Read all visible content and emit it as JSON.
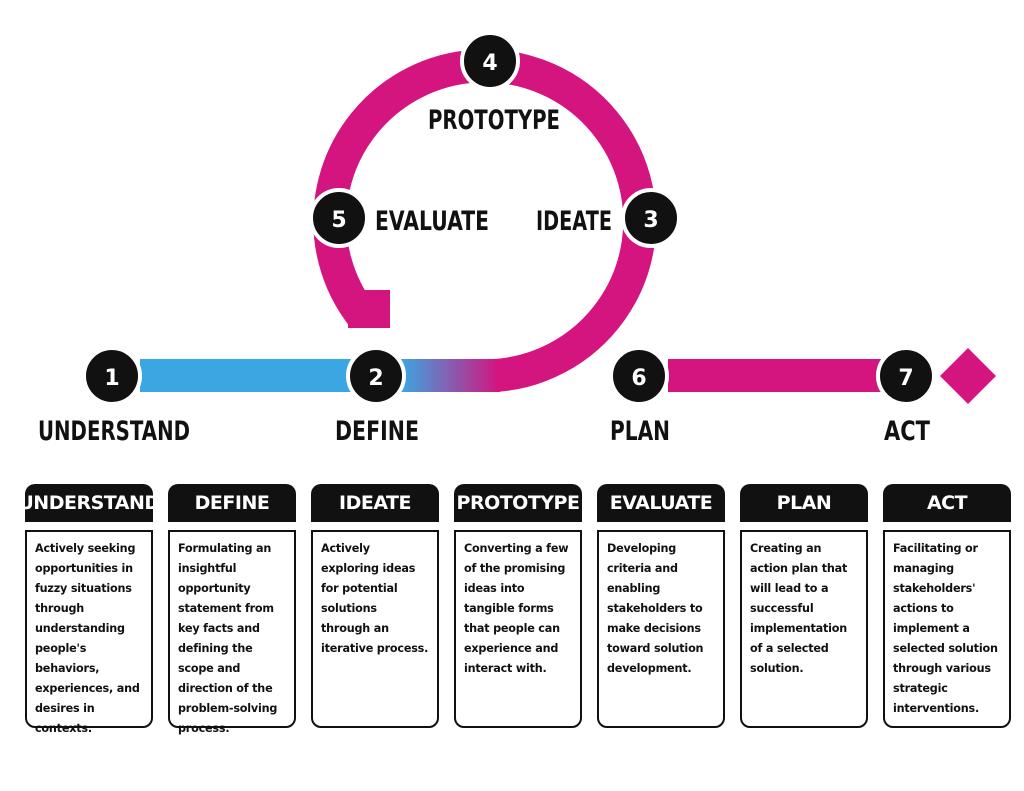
{
  "steps": [
    {
      "number": "1",
      "label": "UNDERSTAND"
    },
    {
      "number": "2",
      "label": "DEFINE"
    },
    {
      "number": "3",
      "label": "IDEATE"
    },
    {
      "number": "4",
      "label": "PROTOTYPE"
    },
    {
      "number": "5",
      "label": "EVALUATE"
    },
    {
      "number": "6",
      "label": "PLAN"
    },
    {
      "number": "7",
      "label": "ACT"
    }
  ],
  "cards": [
    {
      "title": "UNDERSTAND",
      "text": "Actively seeking opportunities in fuzzy situations through understanding people's behaviors, experiences, and desires in contexts."
    },
    {
      "title": "DEFINE",
      "text": "Formulating an insightful opportunity statement from key facts and defining the scope and direction of the problem-solving process."
    },
    {
      "title": "IDEATE",
      "text": "Actively exploring ideas for potential solutions through an iterative process."
    },
    {
      "title": "PROTOTYPE",
      "text": "Converting a few of the promising ideas into tangible forms that people can experience and interact with."
    },
    {
      "title": "EVALUATE",
      "text": "Developing criteria and enabling stakeholders to make decisions toward solution development."
    },
    {
      "title": "PLAN",
      "text": "Creating an action plan that will lead to a successful implementation of a selected solution."
    },
    {
      "title": "ACT",
      "text": "Facilitating or managing stakeholders' actions to implement a selected solution through various strategic interventions."
    }
  ],
  "colors": {
    "blue": "#3aa7e3",
    "magenta": "#d4147f",
    "dark": "#111111"
  }
}
